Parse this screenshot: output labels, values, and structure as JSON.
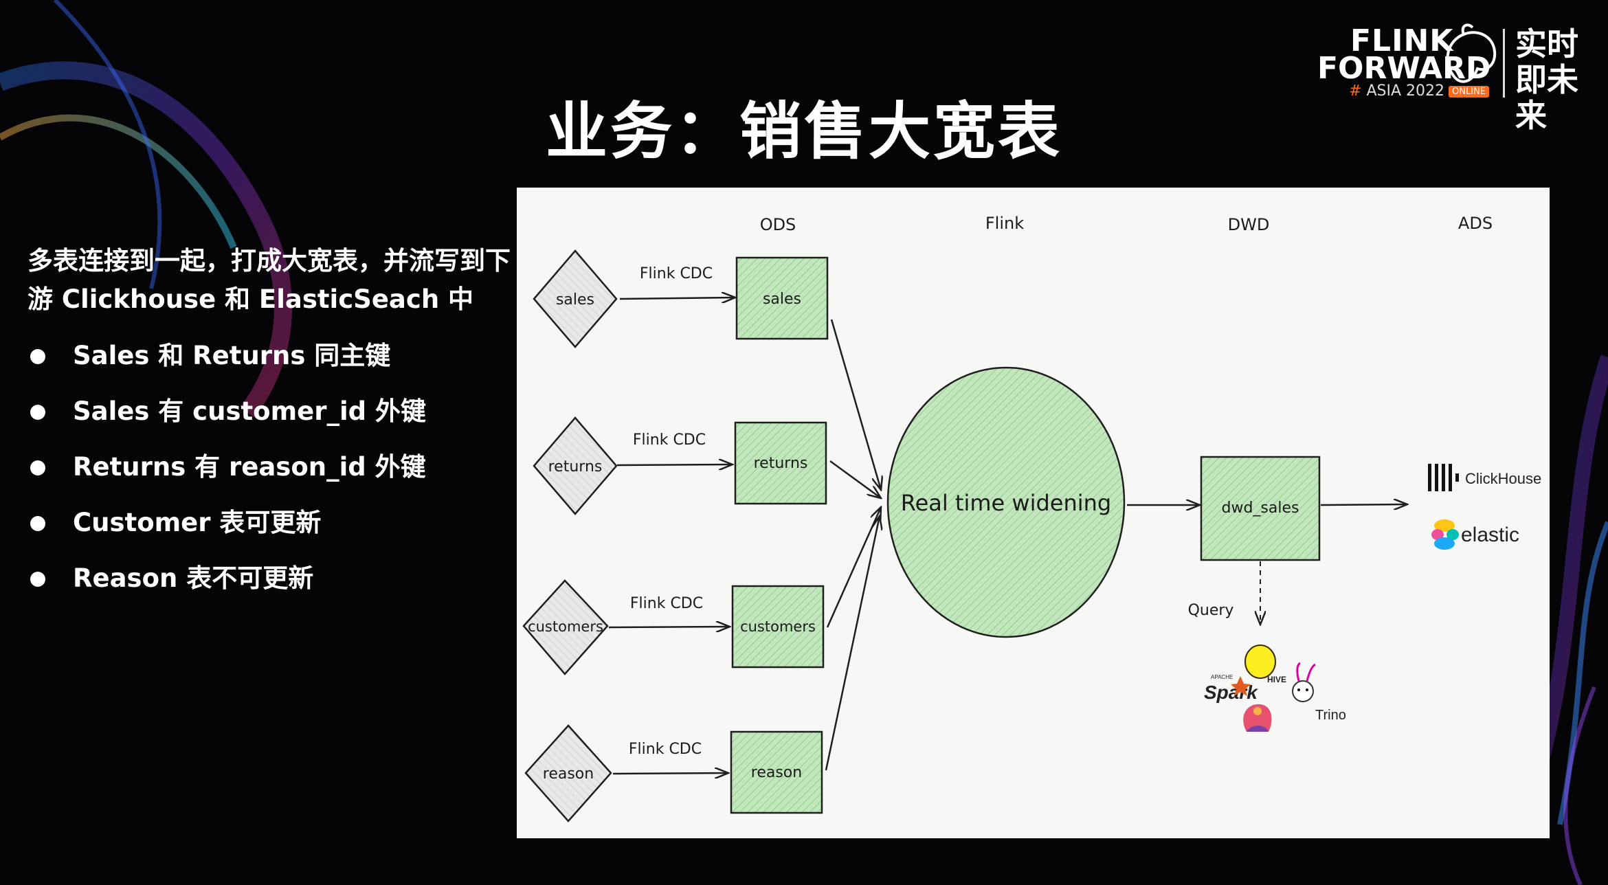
{
  "slide": {
    "title": "业务：销售大宽表",
    "intro": "多表连接到一起，打成大宽表，并流写到下游 Clickhouse 和 ElasticSeach 中",
    "bullets": [
      "Sales 和 Returns 同主键",
      "Sales 有 customer_id 外键",
      "Returns 有 reason_id 外键",
      "Customer 表可更新",
      "Reason 表不可更新"
    ]
  },
  "logo": {
    "flink": "FLINK",
    "forward": "FORWARD",
    "hash": "#",
    "asia": "ASIA 2022",
    "online": "ONLINE",
    "slogan": "实时即未来"
  },
  "diagram": {
    "columns": {
      "ods": "ODS",
      "flink": "Flink",
      "dwd": "DWD",
      "ads": "ADS"
    },
    "sources": [
      "sales",
      "returns",
      "customers",
      "reason"
    ],
    "cdc_label": "Flink CDC",
    "ods_tables": [
      "sales",
      "returns",
      "customers",
      "reason"
    ],
    "process": "Real time widening",
    "dwd_table": "dwd_sales",
    "query_label": "Query",
    "sinks": [
      "ClickHouse",
      "elastic"
    ],
    "engines": [
      "Spark",
      "HIVE",
      "Trino"
    ],
    "spark_prefix": "APACHE",
    "colors": {
      "box_fill": "#c3e6bf",
      "stroke": "#1e1e1e",
      "diamond_fill": "#e8e8ea",
      "panel": "#f7f7f5"
    }
  }
}
